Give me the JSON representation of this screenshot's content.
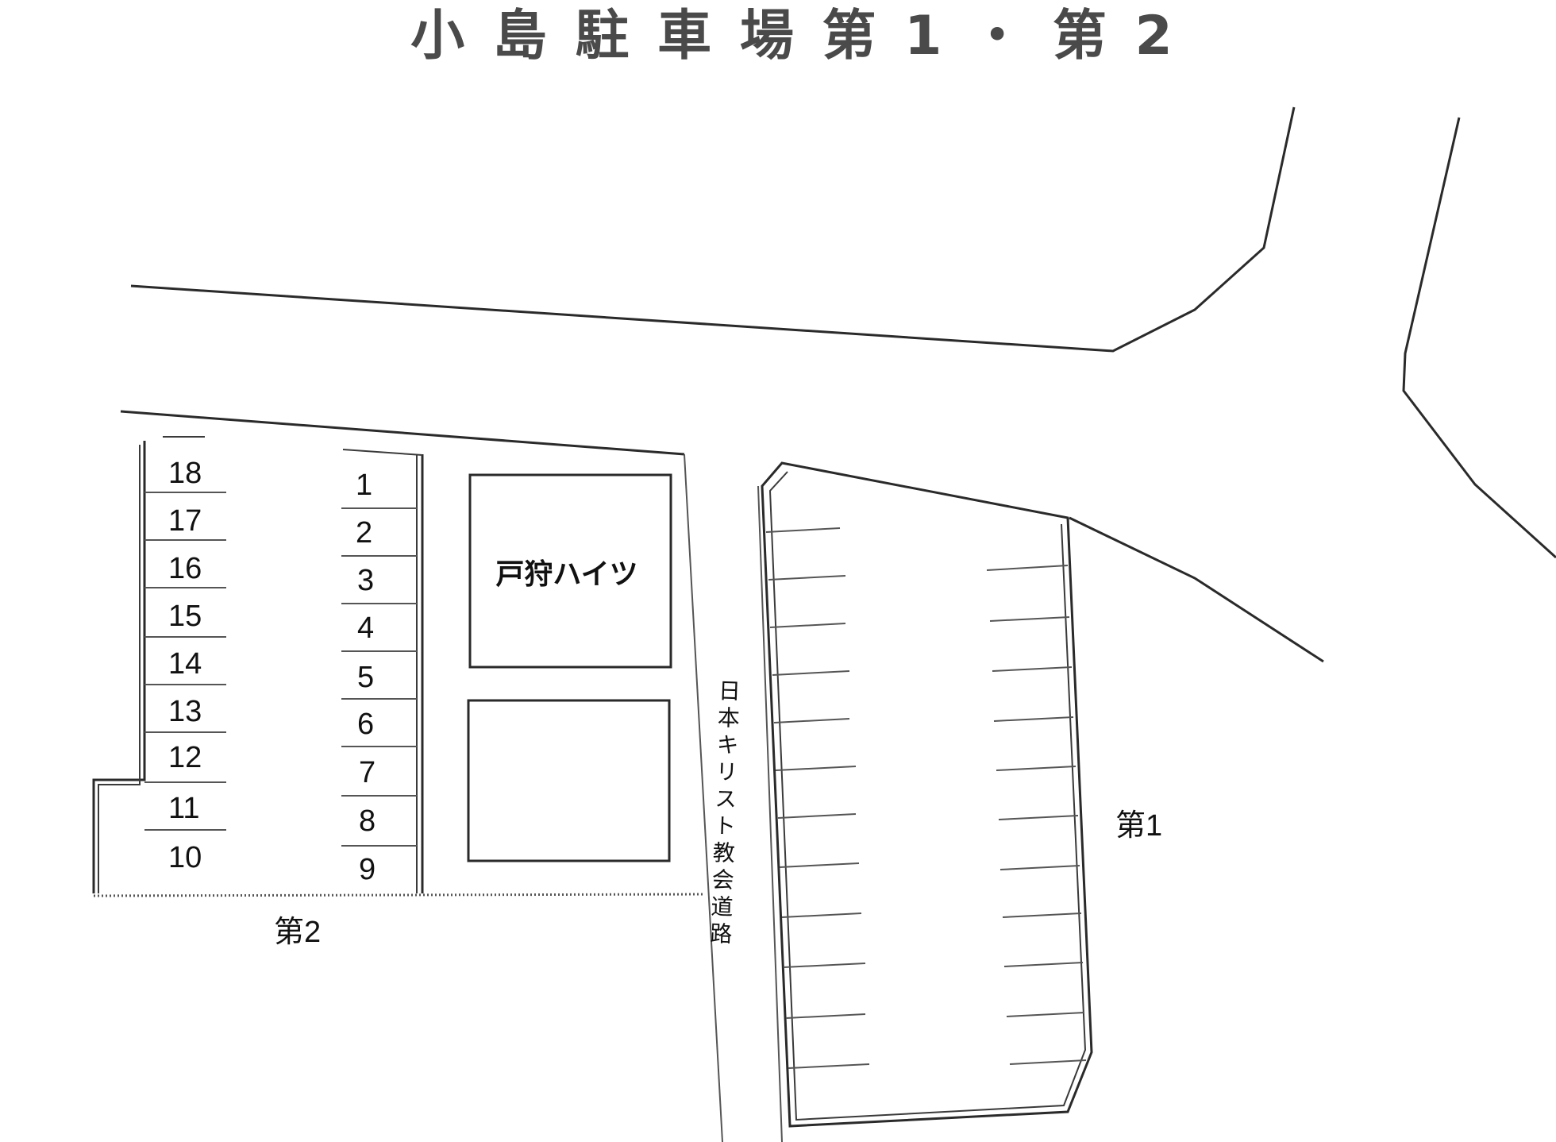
{
  "title": "小 島 駐 車 場 第 1 ・ 第 2",
  "building_label": "戸狩ハイツ",
  "road_label": "日本キリスト教会道路",
  "lot1": {
    "label": "第1"
  },
  "lot2": {
    "label": "第2",
    "left_column": [
      "18",
      "17",
      "16",
      "15",
      "14",
      "13",
      "12",
      "11",
      "10"
    ],
    "right_column": [
      "1",
      "2",
      "3",
      "4",
      "5",
      "6",
      "7",
      "8",
      "9"
    ]
  }
}
